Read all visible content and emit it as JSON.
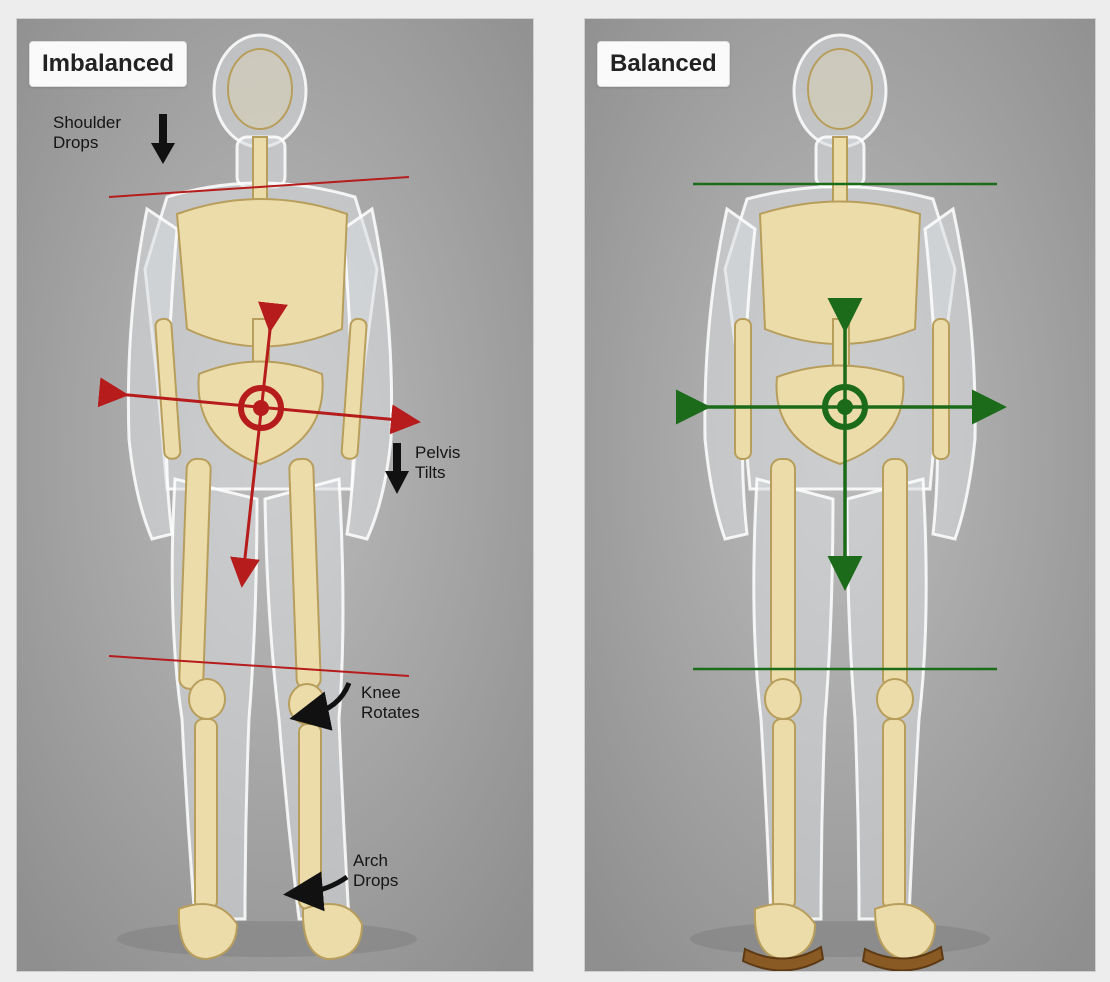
{
  "panels": {
    "left": {
      "title": "Imbalanced",
      "line_color": "#b71c1c",
      "annotations": {
        "shoulder": [
          "Shoulder",
          "Drops"
        ],
        "pelvis": [
          "Pelvis",
          "Tilts"
        ],
        "knee": [
          "Knee",
          "Rotates"
        ],
        "arch": [
          "Arch",
          "Drops"
        ]
      }
    },
    "right": {
      "title": "Balanced",
      "line_color": "#1b6b1b"
    }
  }
}
